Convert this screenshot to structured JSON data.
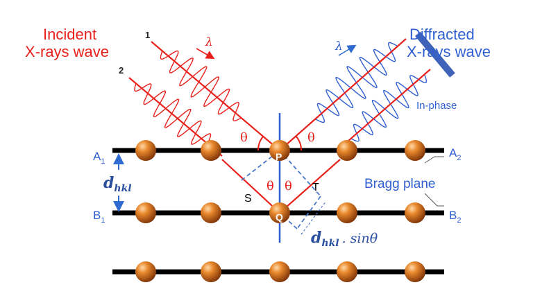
{
  "incident": {
    "line1": "Incident",
    "line2": "X-rays wave",
    "color": "#e8211c"
  },
  "diffracted": {
    "line1": "Diffracted",
    "line2": "X-rays wave",
    "color": "#2f5fd0"
  },
  "in_phase": "In-phase",
  "bragg_plane": "Bragg plane",
  "ray_numbers": [
    "1",
    "2"
  ],
  "lambda_symbol": "λ",
  "theta_symbol": "θ",
  "points": {
    "P": "P",
    "Q": "Q",
    "S": "S",
    "T": "T"
  },
  "plane_labels": {
    "A1": "A",
    "A1_sub": "1",
    "A2": "A",
    "A2_sub": "2",
    "B1": "B",
    "B1_sub": "1",
    "B2": "B",
    "B2_sub": "2"
  },
  "d_spacing": {
    "symbol": "d",
    "subscript": "hkl"
  },
  "path_difference": {
    "symbol": "d",
    "subscript": "hkl",
    "tail": ". sinθ"
  },
  "colors": {
    "ray": "#e8211c",
    "wave_blue": "#2f5fd0",
    "atom": "#d7701c",
    "plane": "#000000",
    "dashed": "#4a78c8"
  },
  "atom_rows": 3,
  "atoms_per_row": 5
}
